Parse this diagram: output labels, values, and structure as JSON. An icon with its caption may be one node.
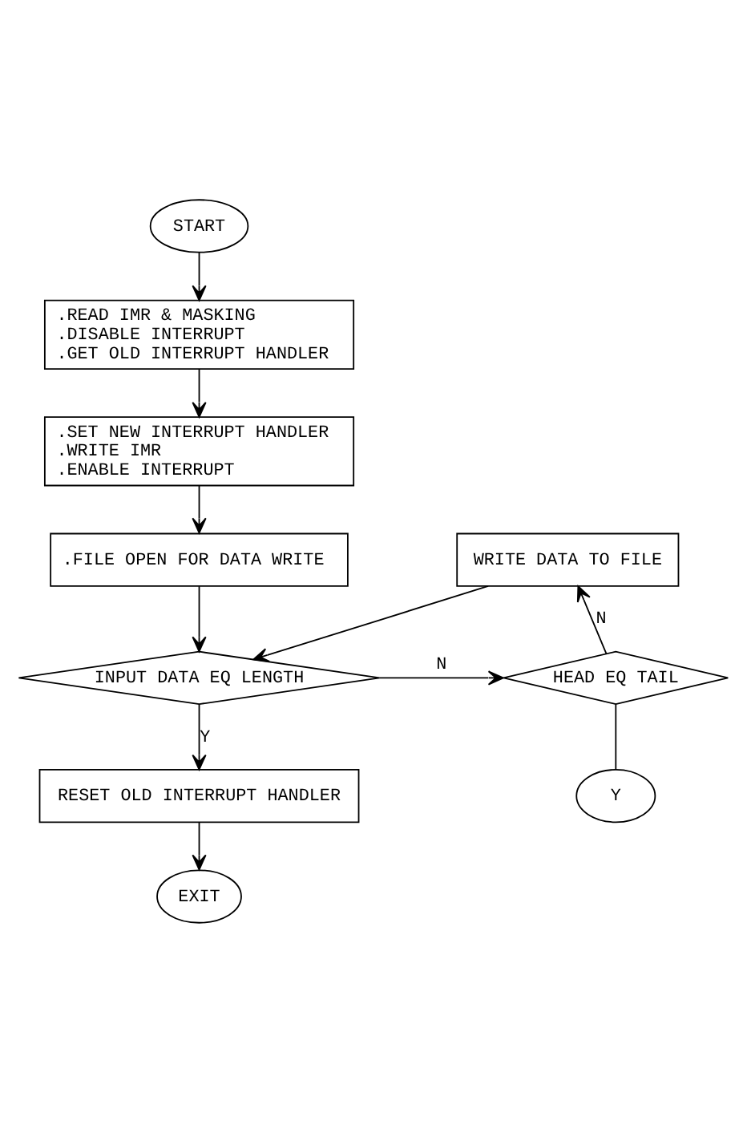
{
  "diagram": {
    "nodes": [
      {
        "text": [
          "START"
        ]
      },
      {
        "text": [
          ".READ IMR & MASKING",
          ".DISABLE INTERRUPT",
          ".GET OLD INTERRUPT HANDLER"
        ]
      },
      {
        "text": [
          ".SET NEW INTERRUPT HANDLER",
          ".WRITE IMR",
          ".ENABLE INTERRUPT"
        ]
      },
      {
        "text": [
          ".FILE OPEN FOR DATA WRITE"
        ]
      },
      {
        "text": [
          "INPUT DATA EQ LENGTH"
        ]
      },
      {
        "text": [
          "HEAD EQ TAIL"
        ]
      },
      {
        "text": [
          "WRITE DATA TO FILE"
        ]
      },
      {
        "text": [
          "Y"
        ]
      },
      {
        "text": [
          "RESET OLD INTERRUPT HANDLER"
        ]
      },
      {
        "text": [
          "EXIT"
        ]
      }
    ],
    "edges": [
      {
        "from": 0,
        "to": 1,
        "arrow": "to"
      },
      {
        "from": 1,
        "to": 2,
        "arrow": "to"
      },
      {
        "from": 2,
        "to": 3,
        "arrow": "to"
      },
      {
        "from": 3,
        "to": 4,
        "arrow": "to"
      },
      {
        "from": 4,
        "to": 5,
        "label": "N",
        "arrow": "to"
      },
      {
        "from": 5,
        "to": 6,
        "label": "N",
        "arrow": "to"
      },
      {
        "from": 6,
        "to": 4,
        "arrow": "to"
      },
      {
        "from": 5,
        "to": 7,
        "arrow": "none"
      },
      {
        "from": 4,
        "to": 8,
        "label": "Y",
        "arrow": "to"
      },
      {
        "from": 8,
        "to": 9,
        "arrow": "to"
      }
    ]
  }
}
